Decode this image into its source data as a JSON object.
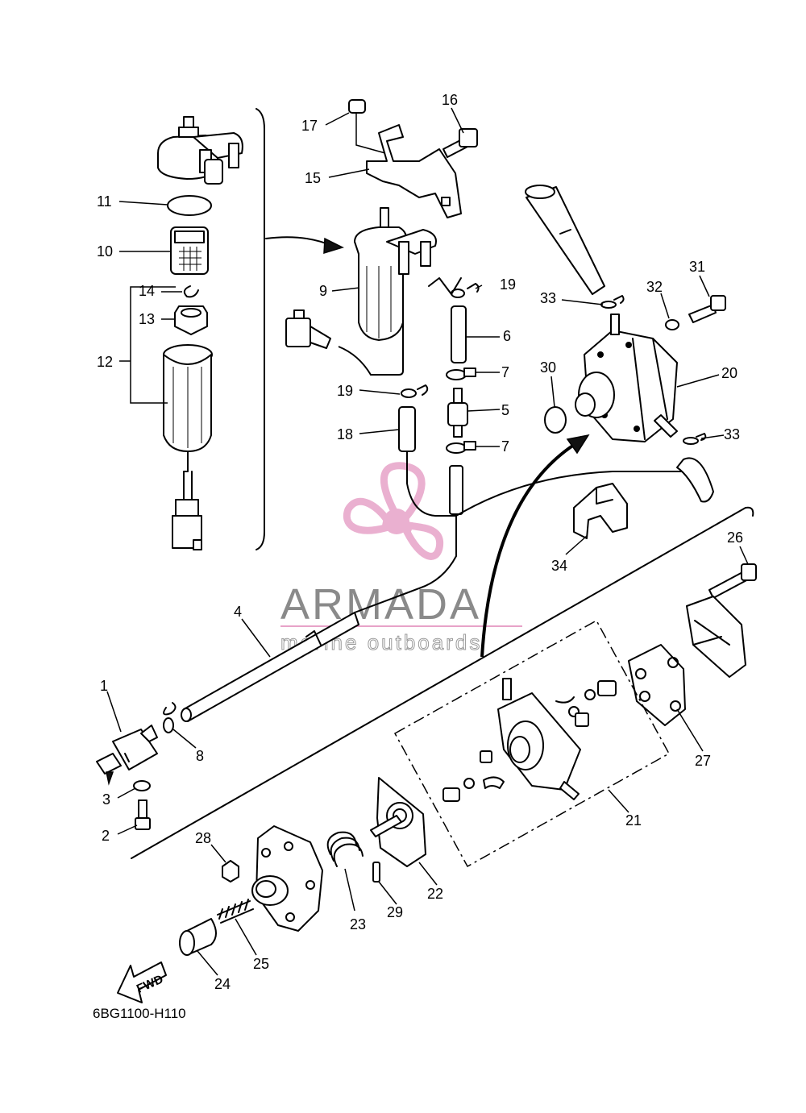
{
  "diagram_code": "6BG1100-H110",
  "fwd_label": "FWD",
  "watermark": {
    "brand": "ARMADA",
    "tagline": "marine outboards",
    "color": "#e7a3c8"
  },
  "callouts": [
    "1",
    "2",
    "3",
    "4",
    "5",
    "6",
    "7",
    "7",
    "8",
    "9",
    "10",
    "11",
    "12",
    "13",
    "14",
    "15",
    "16",
    "17",
    "18",
    "19",
    "19",
    "20",
    "21",
    "22",
    "23",
    "24",
    "25",
    "26",
    "27",
    "28",
    "29",
    "30",
    "31",
    "32",
    "33",
    "33",
    "34"
  ]
}
